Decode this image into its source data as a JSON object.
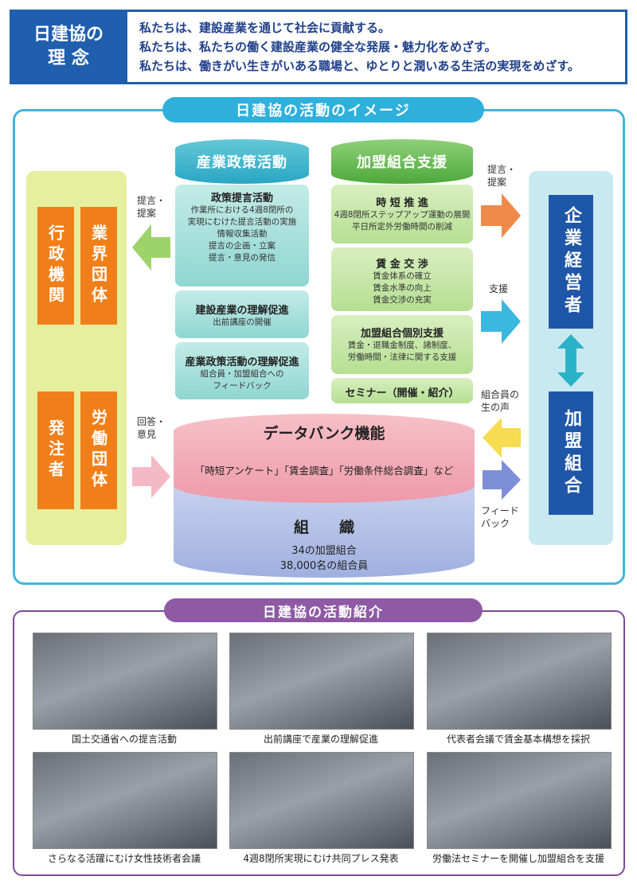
{
  "philosophy": {
    "label_line1": "日建協の",
    "label_line2": "理 念",
    "lines": [
      "私たちは、建設産業を通じて社会に貢献する。",
      "私たちは、私たちの働く建設産業の健全な発展・魅力化をめざす。",
      "私たちは、働きがい生きがいある職場と、ゆとりと潤いある生活の実現をめざす。"
    ]
  },
  "activity_image": {
    "title": "日建協の活動のイメージ",
    "left_orgs": [
      "行政機関",
      "業界団体",
      "発注者",
      "労働団体"
    ],
    "right_orgs": [
      "企業経営者",
      "加盟組合"
    ],
    "notes": {
      "left_top": "提言・\n提案",
      "left_bottom": "回答・\n意見",
      "right_top": "提言・\n提案",
      "right_support": "支援",
      "right_voice": "組合員の\n生の声",
      "right_feedback": "フィード\nバック"
    },
    "policy": {
      "header": "産業政策活動",
      "sections": [
        {
          "title": "政策提言活動",
          "lines": [
            "作業所における4週8閉所の",
            "実現にむけた提言活動の実施",
            "情報収集活動",
            "提言の企画・立案",
            "提言・意見の発信"
          ]
        },
        {
          "title": "建設産業の理解促進",
          "lines": [
            "出前講座の開催"
          ]
        },
        {
          "title": "産業政策活動の理解促進",
          "lines": [
            "組合員・加盟組合への",
            "フィードバック"
          ]
        }
      ]
    },
    "union": {
      "header": "加盟組合支援",
      "sections": [
        {
          "title": "時 短 推 進",
          "lines": [
            "4週8閉所ステップアップ運動の展開",
            "平日所定外労働時間の削減"
          ]
        },
        {
          "title": "賃 金 交 渉",
          "lines": [
            "賃金体系の確立",
            "賃金水準の向上",
            "賃金交渉の充実"
          ]
        },
        {
          "title": "加盟組合個別支援",
          "lines": [
            "賃金・退職金制度、諸制度、",
            "労働時間・法律に関する支援"
          ]
        },
        {
          "title": "セミナー（開催・紹介）",
          "lines": []
        }
      ]
    },
    "databank": {
      "title": "データバンク機能",
      "text": "「時短アンケート」「賃金調査」「労働条件総合調査」など"
    },
    "organization": {
      "title": "組　　織",
      "line1": "34の加盟組合",
      "line2": "38,000名の組合員"
    }
  },
  "intro": {
    "title": "日建協の活動紹介",
    "captions": [
      "国土交通省への提言活動",
      "出前講座で産業の理解促進",
      "代表者会議で賃金基本構想を採択",
      "さらなる活躍にむけ女性技術者会議",
      "4週8閉所実現にむけ共同プレス発表",
      "労働法セミナーを開催し加盟組合を支援"
    ]
  }
}
